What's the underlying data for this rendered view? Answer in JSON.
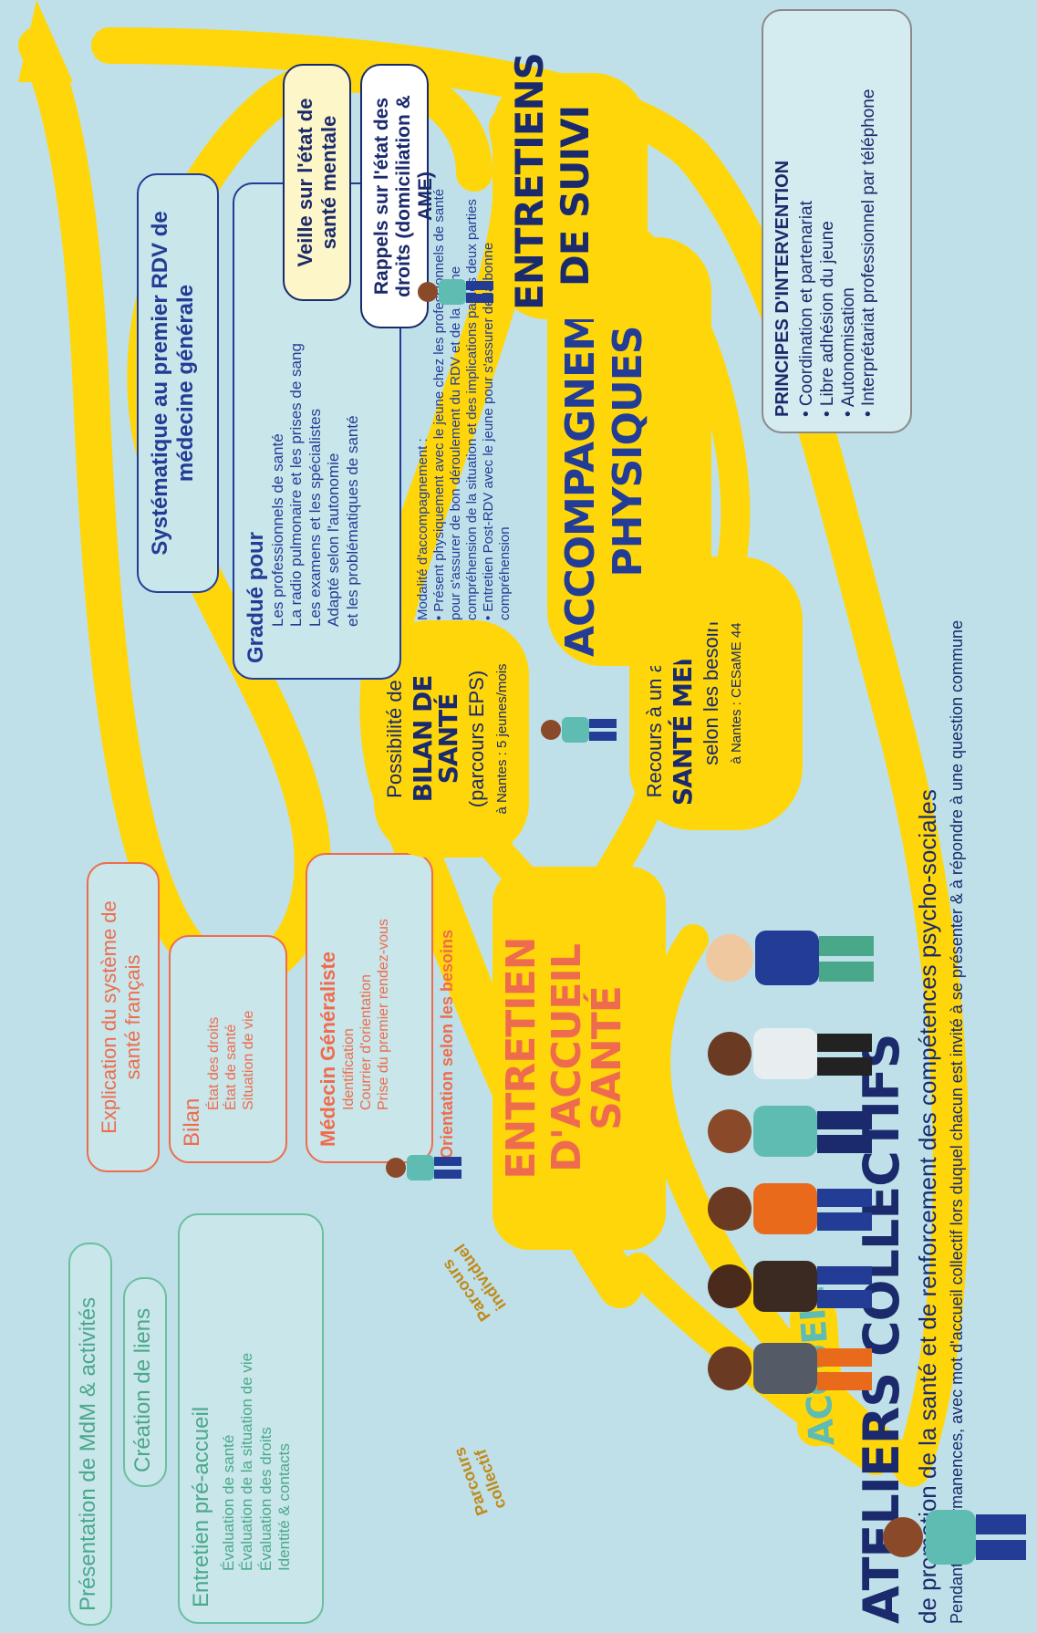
{
  "colors": {
    "background": "#bfe0e8",
    "yellow": "#ffd60a",
    "navy": "#1a2a6c",
    "blue": "#233c96",
    "orange": "#ee6c4d",
    "teal_border": "#6bbf9f",
    "teal_text": "#4aa88a"
  },
  "accueil": {
    "title": "ACCUEIL",
    "presentation": "Présentation de MdM & activités",
    "creation": "Création de liens",
    "pre_accueil": {
      "title": "Entretien pré-accueil",
      "items": [
        "Évaluation de santé",
        "Évaluation de la situation de vie",
        "Évaluation des droits",
        "Identité & contacts"
      ]
    },
    "parcours_individuel": "Parcours individuel",
    "parcours_collectif": "Parcours collectif"
  },
  "entretien_accueil": {
    "title_line1": "ENTRETIEN",
    "title_line2": "D'ACCUEIL SANTÉ",
    "explication": "Explication du système de santé français",
    "bilan": {
      "title": "Bilan",
      "items": [
        "État des droits",
        "État de santé",
        "Situation de vie"
      ]
    },
    "medecin": {
      "title": "Médecin Généraliste",
      "items": [
        "Identification",
        "Courrier d'orientation",
        "Prise du premier rendez-vous"
      ]
    },
    "orientation": "Orientation selon les besoins"
  },
  "bilan_sante": {
    "line1": "Possibilité de",
    "line2": "BILAN DE SANTÉ",
    "line3": "(parcours EPS)",
    "note": "à Nantes : 5 jeunes/mois"
  },
  "sante_mentale": {
    "line1": "Recours à un acteur de",
    "line2": "SANTÉ MENTALE",
    "line3": "selon les besoin",
    "note": "à Nantes : CESaME 44"
  },
  "accompagnements": {
    "title_line1": "ACCOMPAGNEMENTS",
    "title_line2": "PHYSIQUES",
    "systematique": "Systématique au premier RDV de médecine générale",
    "gradue": {
      "title": "Gradué pour",
      "items": [
        "Les professionnels de santé",
        "La radio pulmonaire et les prises de sang",
        "Les examens et les spécialistes",
        "Adapté selon l'autonomie",
        "et les problématiques de santé"
      ]
    },
    "modalite": {
      "title": "Modalité d'accompagnement :",
      "items": [
        "• Présent physiquement avec le jeune chez les professionnels de santé pour s'assurer de bon déroulement du RDV et de la bonne compréhension de la situation et des implications par les deux parties",
        "• Entretien Post-RDV avec le jeune pour s'assurer de la bonne compréhension"
      ]
    }
  },
  "suivi": {
    "title_line1": "ENTRETIENS",
    "title_line2": "DE SUIVI",
    "veille": "Veille sur l'état de santé mentale",
    "rappels": "Rappels sur l'état des droits (domiciliation & AME)"
  },
  "principes": {
    "title": "PRINCIPES D'INTERVENTION",
    "items": [
      "• Coordination et partenariat",
      "• Libre adhésion du jeune",
      "• Autonomisation",
      "• Interprétariat professionnel par téléphone"
    ]
  },
  "ateliers": {
    "title": "ATELIERS COLLECTIFS",
    "subtitle": "de promotion de la santé et de renforcement des compétences psycho-sociales",
    "note": "Pendant les permanences, avec mot d'accueil collectif lors duquel chacun est invité à se présenter & à répondre à une question commune"
  }
}
